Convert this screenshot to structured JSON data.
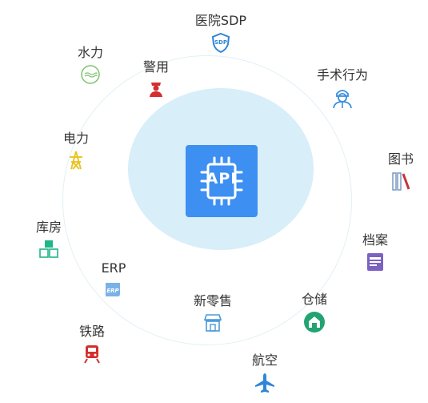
{
  "center": {
    "label": "API"
  },
  "nodes": [
    {
      "key": "hospital",
      "label": "医院SDP",
      "icon": "sdp-shield-icon",
      "badge": "SDP",
      "color": "#2f86d8"
    },
    {
      "key": "surgery",
      "label": "手术行为",
      "icon": "doctor-icon",
      "color": "#3a8fd9"
    },
    {
      "key": "books",
      "label": "图书",
      "icon": "books-icon",
      "color": "#c9333d"
    },
    {
      "key": "archive",
      "label": "档案",
      "icon": "archive-icon",
      "color": "#7b62c2"
    },
    {
      "key": "warehouse",
      "label": "仓储",
      "icon": "warehouse-icon",
      "color": "#22a472"
    },
    {
      "key": "aviation",
      "label": "航空",
      "icon": "airplane-icon",
      "color": "#2f86d8"
    },
    {
      "key": "retail",
      "label": "新零售",
      "icon": "storefront-icon",
      "color": "#4a9ad8"
    },
    {
      "key": "railway",
      "label": "铁路",
      "icon": "train-icon",
      "color": "#d42e2e"
    },
    {
      "key": "erp",
      "label": "ERP",
      "icon": "erp-icon",
      "badge": "ERP",
      "color": "#7ab2e8"
    },
    {
      "key": "storage",
      "label": "库房",
      "icon": "shelves-icon",
      "color": "#22b48a"
    },
    {
      "key": "power",
      "label": "电力",
      "icon": "power-tower-icon",
      "color": "#e8c21a"
    },
    {
      "key": "water",
      "label": "水力",
      "icon": "water-icon",
      "color": "#7cc46b"
    },
    {
      "key": "police",
      "label": "警用",
      "icon": "police-icon",
      "color": "#d42e2e"
    }
  ]
}
